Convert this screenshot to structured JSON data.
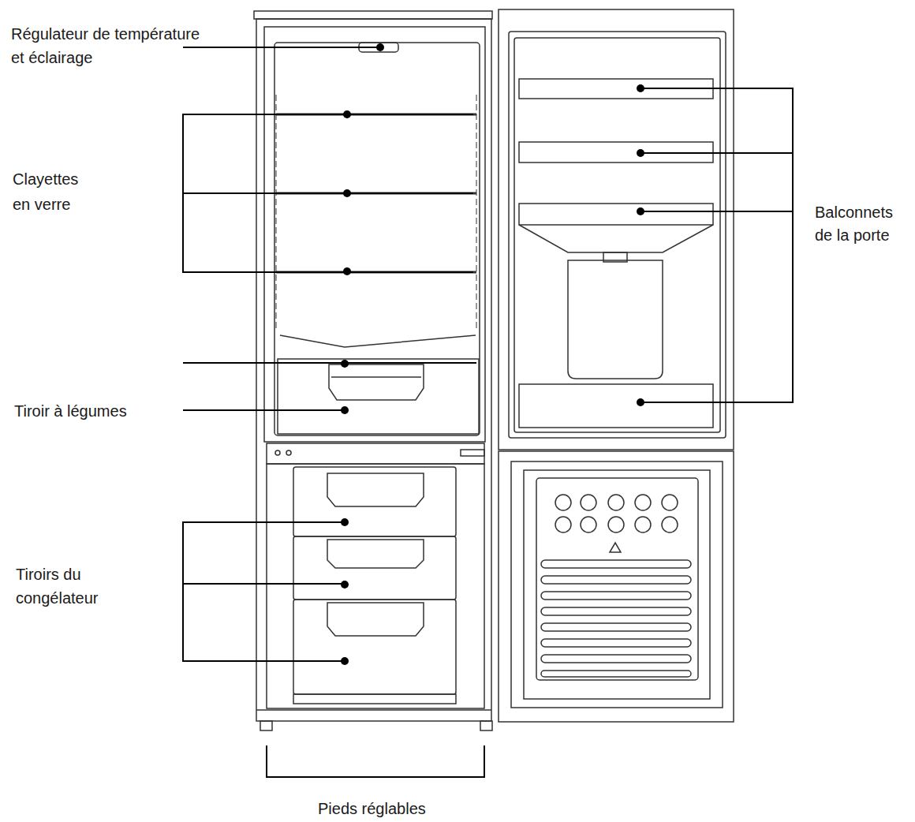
{
  "diagram": {
    "labels": [
      "Régulateur de température et éclairage",
      "Clayettes en verre",
      "Tiroir à légumes",
      "Tiroirs du congélateur",
      "Balconnets de la porte",
      "Pieds réglables"
    ]
  }
}
